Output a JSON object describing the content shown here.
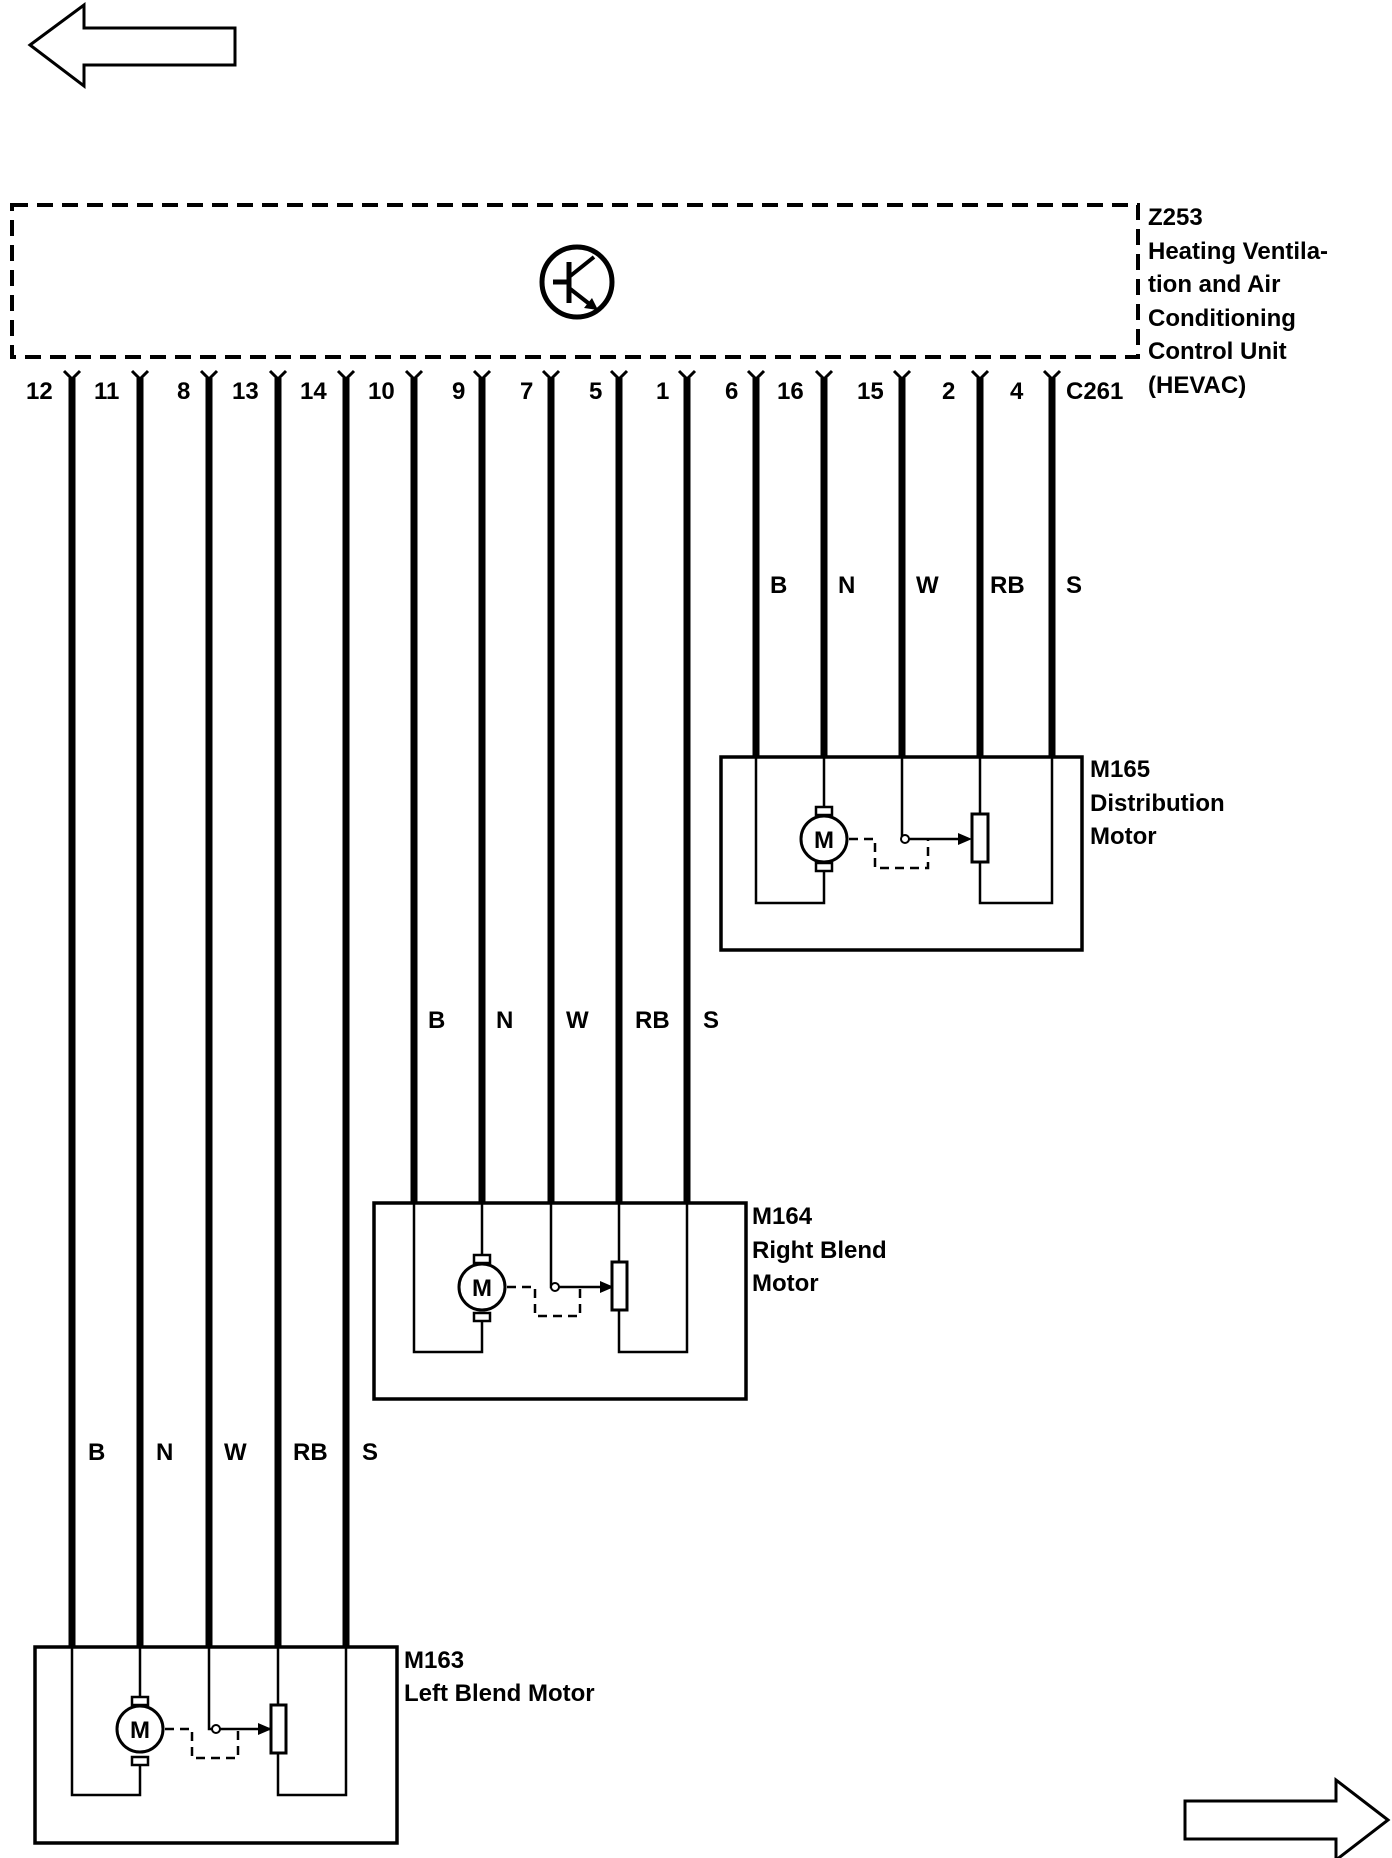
{
  "navigation": {
    "prev_arrow": "arrow-left-icon",
    "next_arrow": "arrow-right-icon"
  },
  "control_unit": {
    "id": "Z253",
    "name_lines": [
      "Heating Ventila-",
      "tion and Air",
      "Conditioning",
      "Control Unit",
      "(HEVAC)"
    ],
    "symbol": "transistor-icon",
    "connector": "C261",
    "pins": [
      "12",
      "11",
      "8",
      "13",
      "14",
      "10",
      "9",
      "7",
      "5",
      "1",
      "6",
      "16",
      "15",
      "2",
      "4"
    ]
  },
  "motors": [
    {
      "id": "M165",
      "name_lines": [
        "Distribution",
        "Motor"
      ],
      "pins": [
        "6",
        "16",
        "15",
        "2",
        "4"
      ],
      "wire_colors": [
        "B",
        "N",
        "W",
        "RB",
        "S"
      ],
      "motor_symbol": "M"
    },
    {
      "id": "M164",
      "name_lines": [
        "Right Blend",
        "Motor"
      ],
      "pins": [
        "10",
        "9",
        "7",
        "5",
        "1"
      ],
      "wire_colors": [
        "B",
        "N",
        "W",
        "RB",
        "S"
      ],
      "motor_symbol": "M"
    },
    {
      "id": "M163",
      "name_lines": [
        "Left Blend Motor"
      ],
      "pins": [
        "12",
        "11",
        "8",
        "13",
        "14"
      ],
      "wire_colors": [
        "B",
        "N",
        "W",
        "RB",
        "S"
      ],
      "motor_symbol": "M"
    }
  ]
}
